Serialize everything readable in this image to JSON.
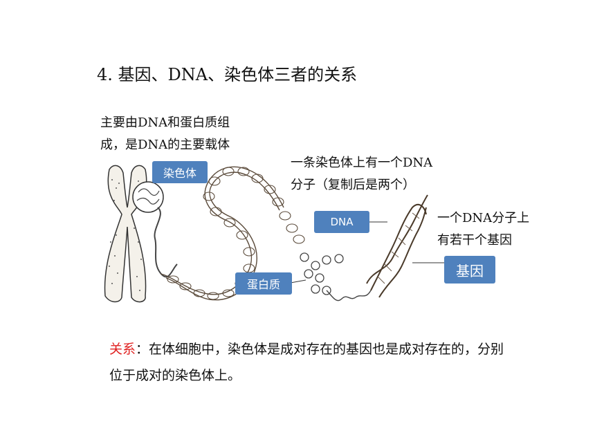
{
  "title": "4. 基因、DNA、染色体三者的关系",
  "notes": {
    "chromosome_line1": "主要由DNA和蛋白质组",
    "chromosome_line2": "成，是DNA的主要载体",
    "dna_line1": "一条染色体上有一个DNA",
    "dna_line2": "分子（复制后是两个）",
    "gene_line1": "一个DNA分子上",
    "gene_line2": "有若干个基因"
  },
  "tags": {
    "chromosome": "染色体",
    "dna": "DNA",
    "protein": "蛋白质",
    "gene": "基因"
  },
  "relation": {
    "label": "关系",
    "colon": "：",
    "text": "在体细胞中，染色体是成对存在的基因也是成对存在的，分别位于成对的染色体上。"
  },
  "colors": {
    "tag_bg": "#4f81bd",
    "highlight": "#e02020"
  }
}
